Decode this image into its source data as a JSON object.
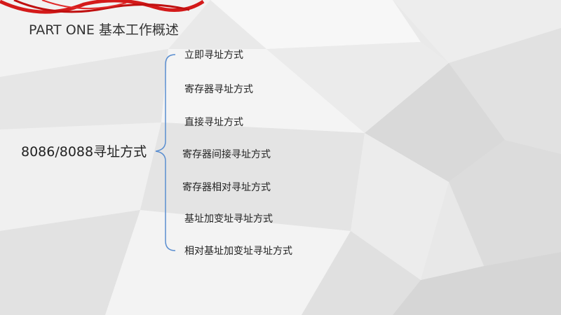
{
  "slide": {
    "title": "PART ONE 基本工作概述",
    "root_label": "8086/8088寻址方式",
    "items": [
      "立即寻址方式",
      "寄存器寻址方式",
      "直接寻址方式",
      "寄存器间接寻址方式",
      "寄存器相对寻址方式",
      "基址加变址寻址方式",
      "相对基址加变址寻址方式"
    ]
  },
  "colors": {
    "brace": "#5a8ed0",
    "ribbon": "#d41a1a",
    "text": "#222222"
  }
}
